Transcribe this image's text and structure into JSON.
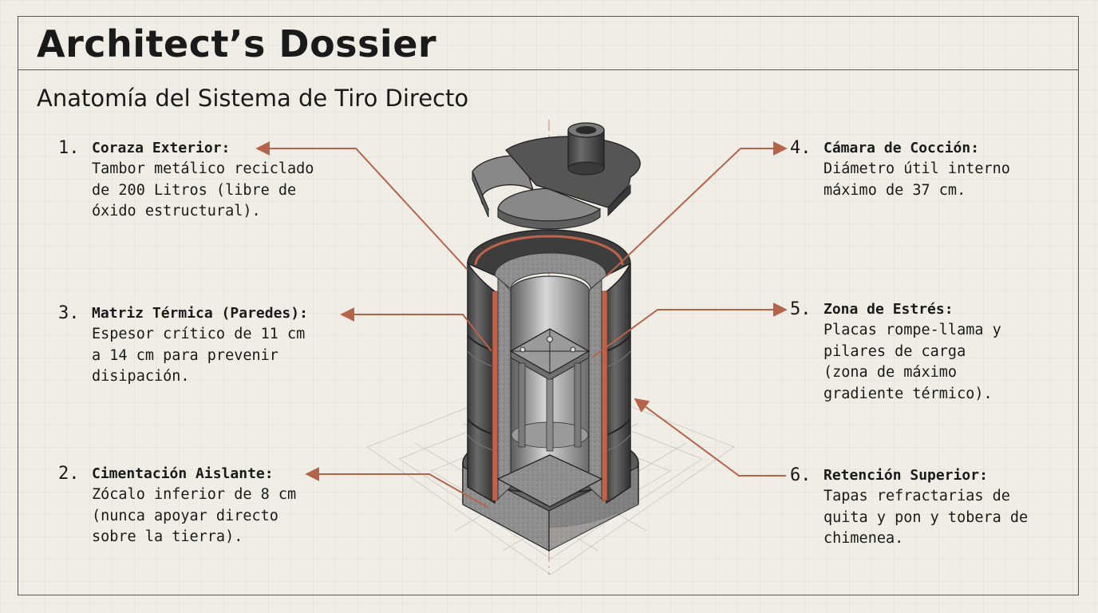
{
  "header": {
    "title": "Architect’s Dossier",
    "subtitle": "Anatomía del Sistema de Tiro Directo"
  },
  "callouts": [
    {
      "number": "1.",
      "heading": "Coraza Exterior:",
      "description": "Tambor metálico reciclado\nde 200 Litros (libre de\nóxido estructural)."
    },
    {
      "number": "3.",
      "heading": "Matriz Térmica (Paredes):",
      "description": "Espesor crítico de 11 cm\na 14 cm para prevenir\ndisipación."
    },
    {
      "number": "2.",
      "heading": "Cimentación Aislante:",
      "description": "Zócalo inferior de 8 cm\n(nunca apoyar directo\nsobre la tierra)."
    },
    {
      "number": "4.",
      "heading": "Cámara de Cocción:",
      "description": "Diámetro útil interno\nmáximo de 37 cm."
    },
    {
      "number": "5.",
      "heading": "Zona de Estrés:",
      "description": "Placas rompe-llama y\npilares de carga\n(zona de máximo\ngradiente térmico)."
    },
    {
      "number": "6.",
      "heading": "Retención Superior:",
      "description": "Tapas refractarias de\nquita y pon y tobera de\nchimenea."
    }
  ],
  "colors": {
    "background": "#efede6",
    "leader": "#b5644a",
    "drum": "#4a4a4a",
    "refractory": "#8e8e8e",
    "copper_layer": "#c0634a"
  }
}
